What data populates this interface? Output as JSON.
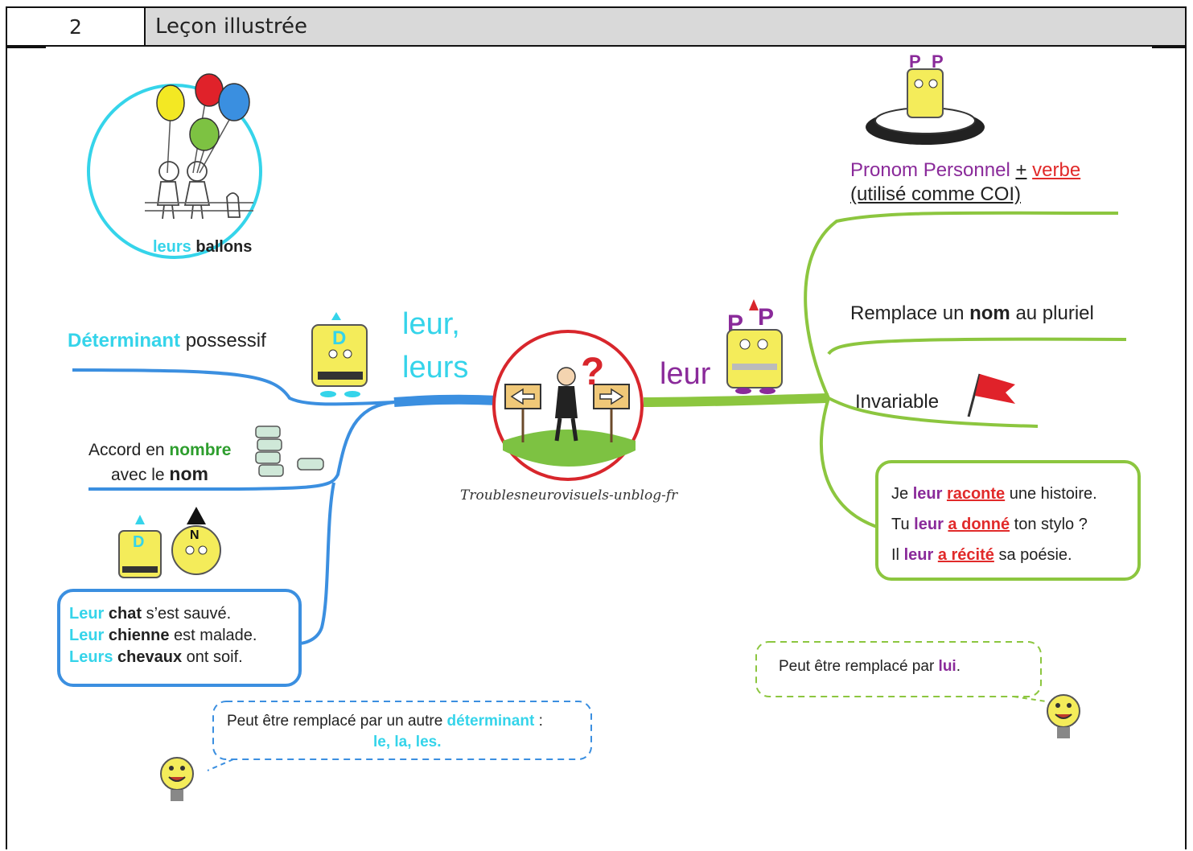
{
  "header": {
    "number": "2",
    "title": "Leçon illustrée"
  },
  "balloons_label": {
    "word1": "leurs",
    "word2": "ballons"
  },
  "left": {
    "main_word_1": "leur,",
    "main_word_2": "leurs",
    "branch1": {
      "colored": "Déterminant",
      "rest": "possessif"
    },
    "branch2": {
      "line1_plain": "Accord en",
      "line1_colored": "nombre",
      "line2_plain": "avec le",
      "line2_bold": "nom"
    },
    "mascot_d_label": "Déterminant",
    "mascot_n_label": "Nom",
    "examples": [
      {
        "det": "Leur",
        "noun": "chat",
        "rest": "s’est sauvé."
      },
      {
        "det": "Leur",
        "noun": "chienne",
        "rest": "est malade."
      },
      {
        "det": "Leurs",
        "noun": "chevaux",
        "rest": "ont soif."
      }
    ],
    "bubble": {
      "text": "Peut être remplacé par un autre",
      "colored": "déterminant",
      "after": " :",
      "line2": "le, la, les."
    }
  },
  "center": {
    "caption": "Troublesneurovisuels-unblog-fr"
  },
  "right": {
    "main_word": "leur",
    "branch1": {
      "colored": "Pronom Personnel",
      "plus": "+",
      "verb": "verbe",
      "line2": "(utilisé comme COI)"
    },
    "branch2": {
      "plain": "Remplace un",
      "bold": "nom",
      "after": "au pluriel"
    },
    "branch3": "Invariable",
    "examples": [
      {
        "subject": "Je",
        "pron": "leur",
        "verb": "raconte",
        "rest": "une histoire."
      },
      {
        "subject": "Tu",
        "pron": "leur",
        "verb": "a donné",
        "rest": "ton stylo ?"
      },
      {
        "subject": "Il",
        "pron": "leur",
        "verb": "a récité",
        "rest": "sa poésie."
      }
    ],
    "bubble": {
      "text": "Peut être remplacé par",
      "colored": "lui",
      "after": "."
    }
  },
  "colors": {
    "cyan": "#35d4ea",
    "blue": "#3b8fe0",
    "green": "#8cc63f",
    "purple": "#8a2a9a",
    "red": "#e12a2a"
  }
}
